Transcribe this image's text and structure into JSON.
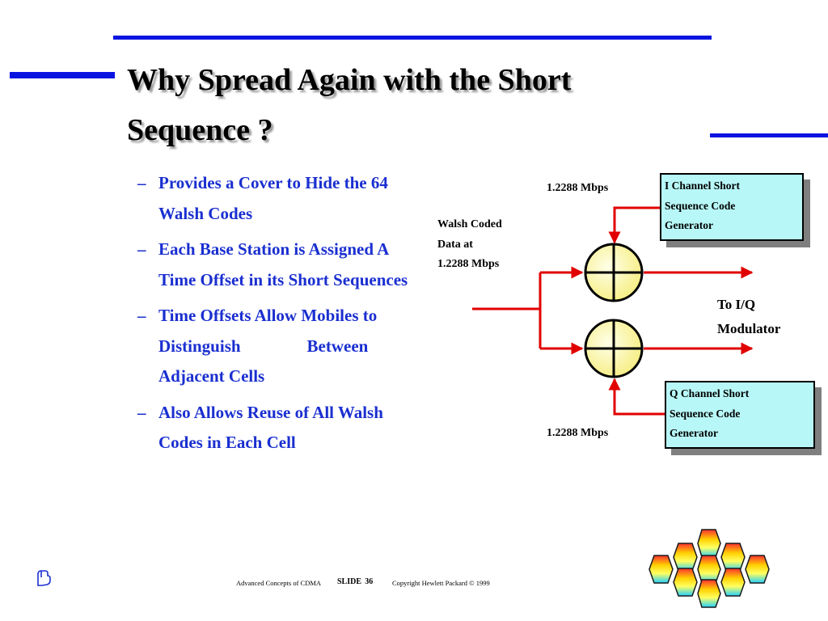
{
  "slide": {
    "title_line1": "Why Spread Again with the Short",
    "title_line2": "Sequence ?",
    "bullet_marker": "–",
    "bullets": [
      [
        "Provides a Cover to Hide the 64",
        "Walsh Codes"
      ],
      [
        "Each Base Station is Assigned A",
        "Time Offset in its Short Sequences"
      ],
      [
        "Time Offsets Allow Mobiles to",
        "Distinguish",
        "Between",
        "Adjacent Cells"
      ],
      [
        "Also Allows Reuse of All Walsh",
        "Codes in Each Cell"
      ]
    ]
  },
  "diagram": {
    "rate_top": "1.2288 Mbps",
    "rate_bottom": "1.2288 Mbps",
    "walsh_line1": "Walsh Coded",
    "walsh_line2": "Data at",
    "walsh_line3": "1.2288 Mbps",
    "i_gen": [
      "I Channel Short",
      "Sequence Code",
      "Generator"
    ],
    "q_gen": [
      "Q Channel Short",
      "Sequence Code",
      "Generator"
    ],
    "output_line1": "To I/Q",
    "output_line2": "Modulator"
  },
  "footer": {
    "course": "Advanced Concepts of CDMA",
    "slide_label": "SLIDE",
    "slide_number": "36",
    "copyright": "Copyright Hewlett Packard © 1999"
  },
  "colors": {
    "accent_bar": "#0a14e0",
    "bullet_text": "#1a2fd0",
    "arrow": "#e00000",
    "generator_fill": "#b8f7f7",
    "mixer_fill": "#fff8a0"
  }
}
